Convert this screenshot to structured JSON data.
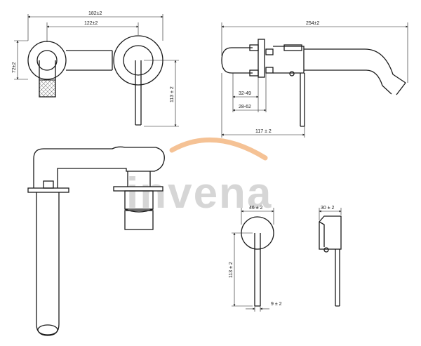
{
  "brand": {
    "watermark": "invena",
    "accent_color": "#f3b37a",
    "watermark_color": "#b4b4b4"
  },
  "front_view": {
    "width": "182±2",
    "center_distance": "122±2",
    "height": "72±2",
    "lever_length": "113 ± 2"
  },
  "side_view": {
    "total_length": "254±2",
    "range_a": "32-49",
    "range_b": "28-62",
    "depth": "117 ± 2"
  },
  "handle_front": {
    "diameter": "46 ± 2",
    "lever_length": "113 ± 2",
    "lever_width": "9 ± 2"
  },
  "handle_side": {
    "depth": "30 ± 2"
  }
}
